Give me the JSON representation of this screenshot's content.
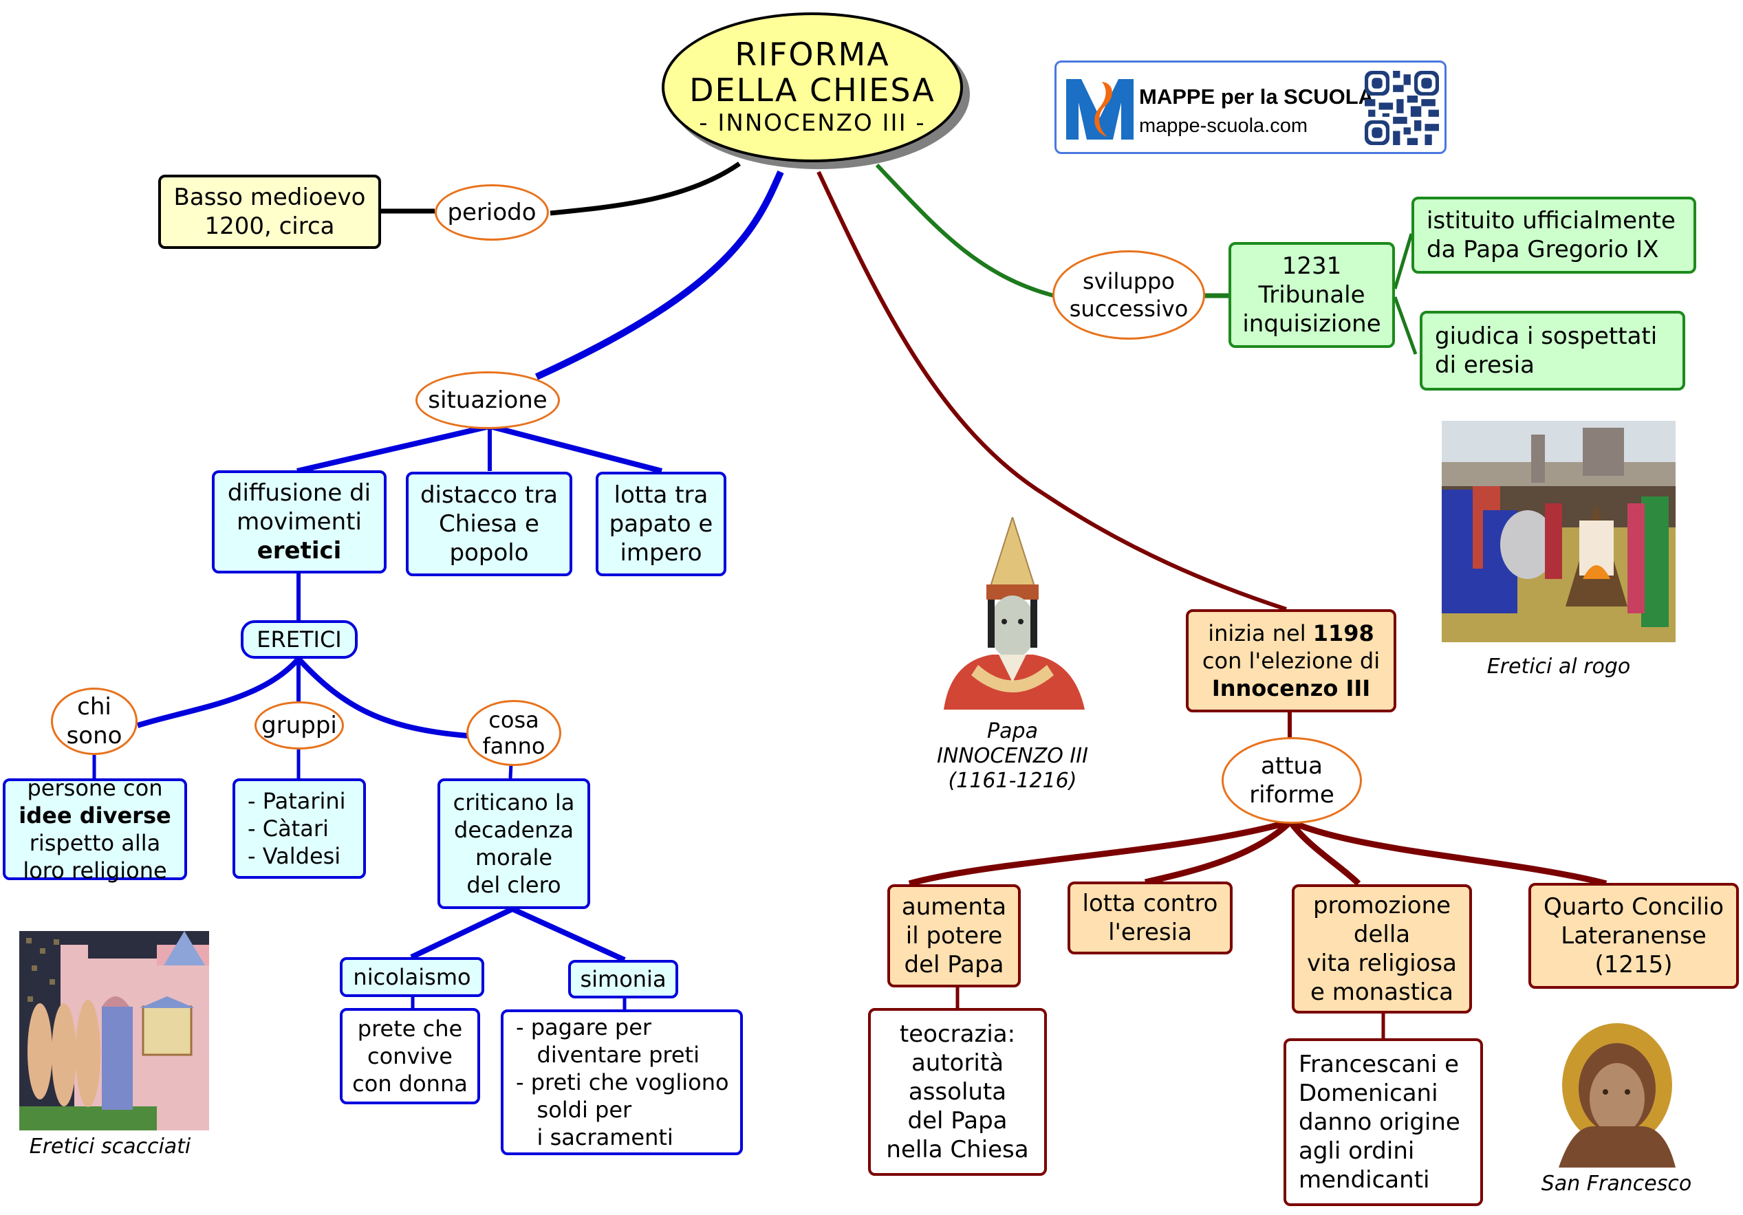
{
  "root": {
    "line1": "RIFORMA",
    "line2": "DELLA CHIESA",
    "line3": "- INNOCENZO III -"
  },
  "logo": {
    "title": "MAPPE per la SCUOLA",
    "url": "mappe-scuola.com",
    "icon": "m-logo-icon",
    "qr": "qr-code-icon",
    "colors": {
      "blue": "#1b6fc4",
      "orange": "#f26a10"
    }
  },
  "periodo": {
    "link": "periodo",
    "value": "Basso medioevo\n1200, circa"
  },
  "situazione": {
    "link": "situazione",
    "items": [
      {
        "pre": "diffusione di\nmovimenti\n",
        "bold": "eretici"
      },
      {
        "text": "distacco tra\nChiesa e\npopolo"
      },
      {
        "text": "lotta tra\npapato e\nimpero"
      }
    ],
    "eretici": {
      "label": "ERETICI",
      "chi_sono": {
        "link": "chi\nsono",
        "pre": "persone con\n",
        "bold": "idee diverse",
        "post": "\nrispetto alla\nloro religione"
      },
      "gruppi": {
        "link": "gruppi",
        "text": "- Patarini\n- Càtari\n- Valdesi"
      },
      "cosa_fanno": {
        "link": "cosa\nfanno",
        "text": "criticano la\ndecadenza\nmorale\ndel clero",
        "nicolaismo": {
          "label": "nicolaismo",
          "text": "prete che\nconvive\ncon donna"
        },
        "simonia": {
          "label": "simonia",
          "text": "- pagare per\n   diventare preti\n- preti che vogliono\n   soldi per\n   i sacramenti"
        }
      }
    }
  },
  "sviluppo": {
    "link": "sviluppo\nsuccessivo",
    "tribunale": "1231\nTribunale\ninquisizione",
    "items": [
      "istituito ufficialmente\nda Papa Gregorio IX",
      "giudica i sospettati\ndi eresia"
    ]
  },
  "inizio": {
    "pre1": "inizia nel ",
    "bold1": "1198",
    "mid": "\ncon l'elezione di\n",
    "bold2": "Innocenzo III"
  },
  "riforme": {
    "link": "attua\nriforme",
    "items": [
      {
        "text": "aumenta\nil potere\ndel Papa",
        "sub": "teocrazia:\nautorità\nassoluta\ndel Papa\nnella Chiesa"
      },
      {
        "text": "lotta contro\nl'eresia"
      },
      {
        "text": "promozione\ndella\nvita religiosa\ne monastica",
        "sub": "Francescani e\nDomenicani\ndanno origine\nagli ordini\nmendicanti"
      },
      {
        "text": "Quarto Concilio\nLateranense\n(1215)"
      }
    ]
  },
  "images": {
    "eretici_scacciati": "Eretici scacciati",
    "papa": "Papa\nINNOCENZO III\n(1161-1216)",
    "rogo": "Eretici al rogo",
    "francesco": "San Francesco"
  },
  "colors": {
    "black": "#000000",
    "blue": "#0000dd",
    "red": "#7a0000",
    "green": "#1d7a1d",
    "oval": "#e8721c"
  }
}
